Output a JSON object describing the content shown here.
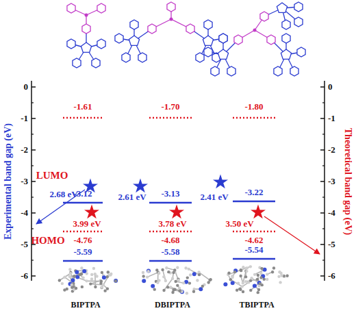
{
  "diagram": {
    "labels": [
      "Experimental band gap (eV)",
      "Theoretical band gap (eV)",
      "0",
      "-1",
      "-2",
      "-3",
      "-4",
      "-5",
      "-6",
      "0",
      "-1",
      "-2",
      "-3",
      "-4",
      "-5",
      "-6",
      "LUMO",
      "HOMO",
      "-1.61",
      "-3.12",
      "2.68 eV",
      "3.99 eV",
      "-4.76",
      "-5.59",
      "-1.70",
      "-3.13",
      "2.61 eV",
      "3.78 eV",
      "-4.68",
      "-5.58",
      "-1.80",
      "-3.22",
      "2.41 eV",
      "3.50 eV",
      "-4.62",
      "-5.54",
      "BIPTPA",
      "DBIPTPA",
      "TBIPTPA"
    ]
  }
}
